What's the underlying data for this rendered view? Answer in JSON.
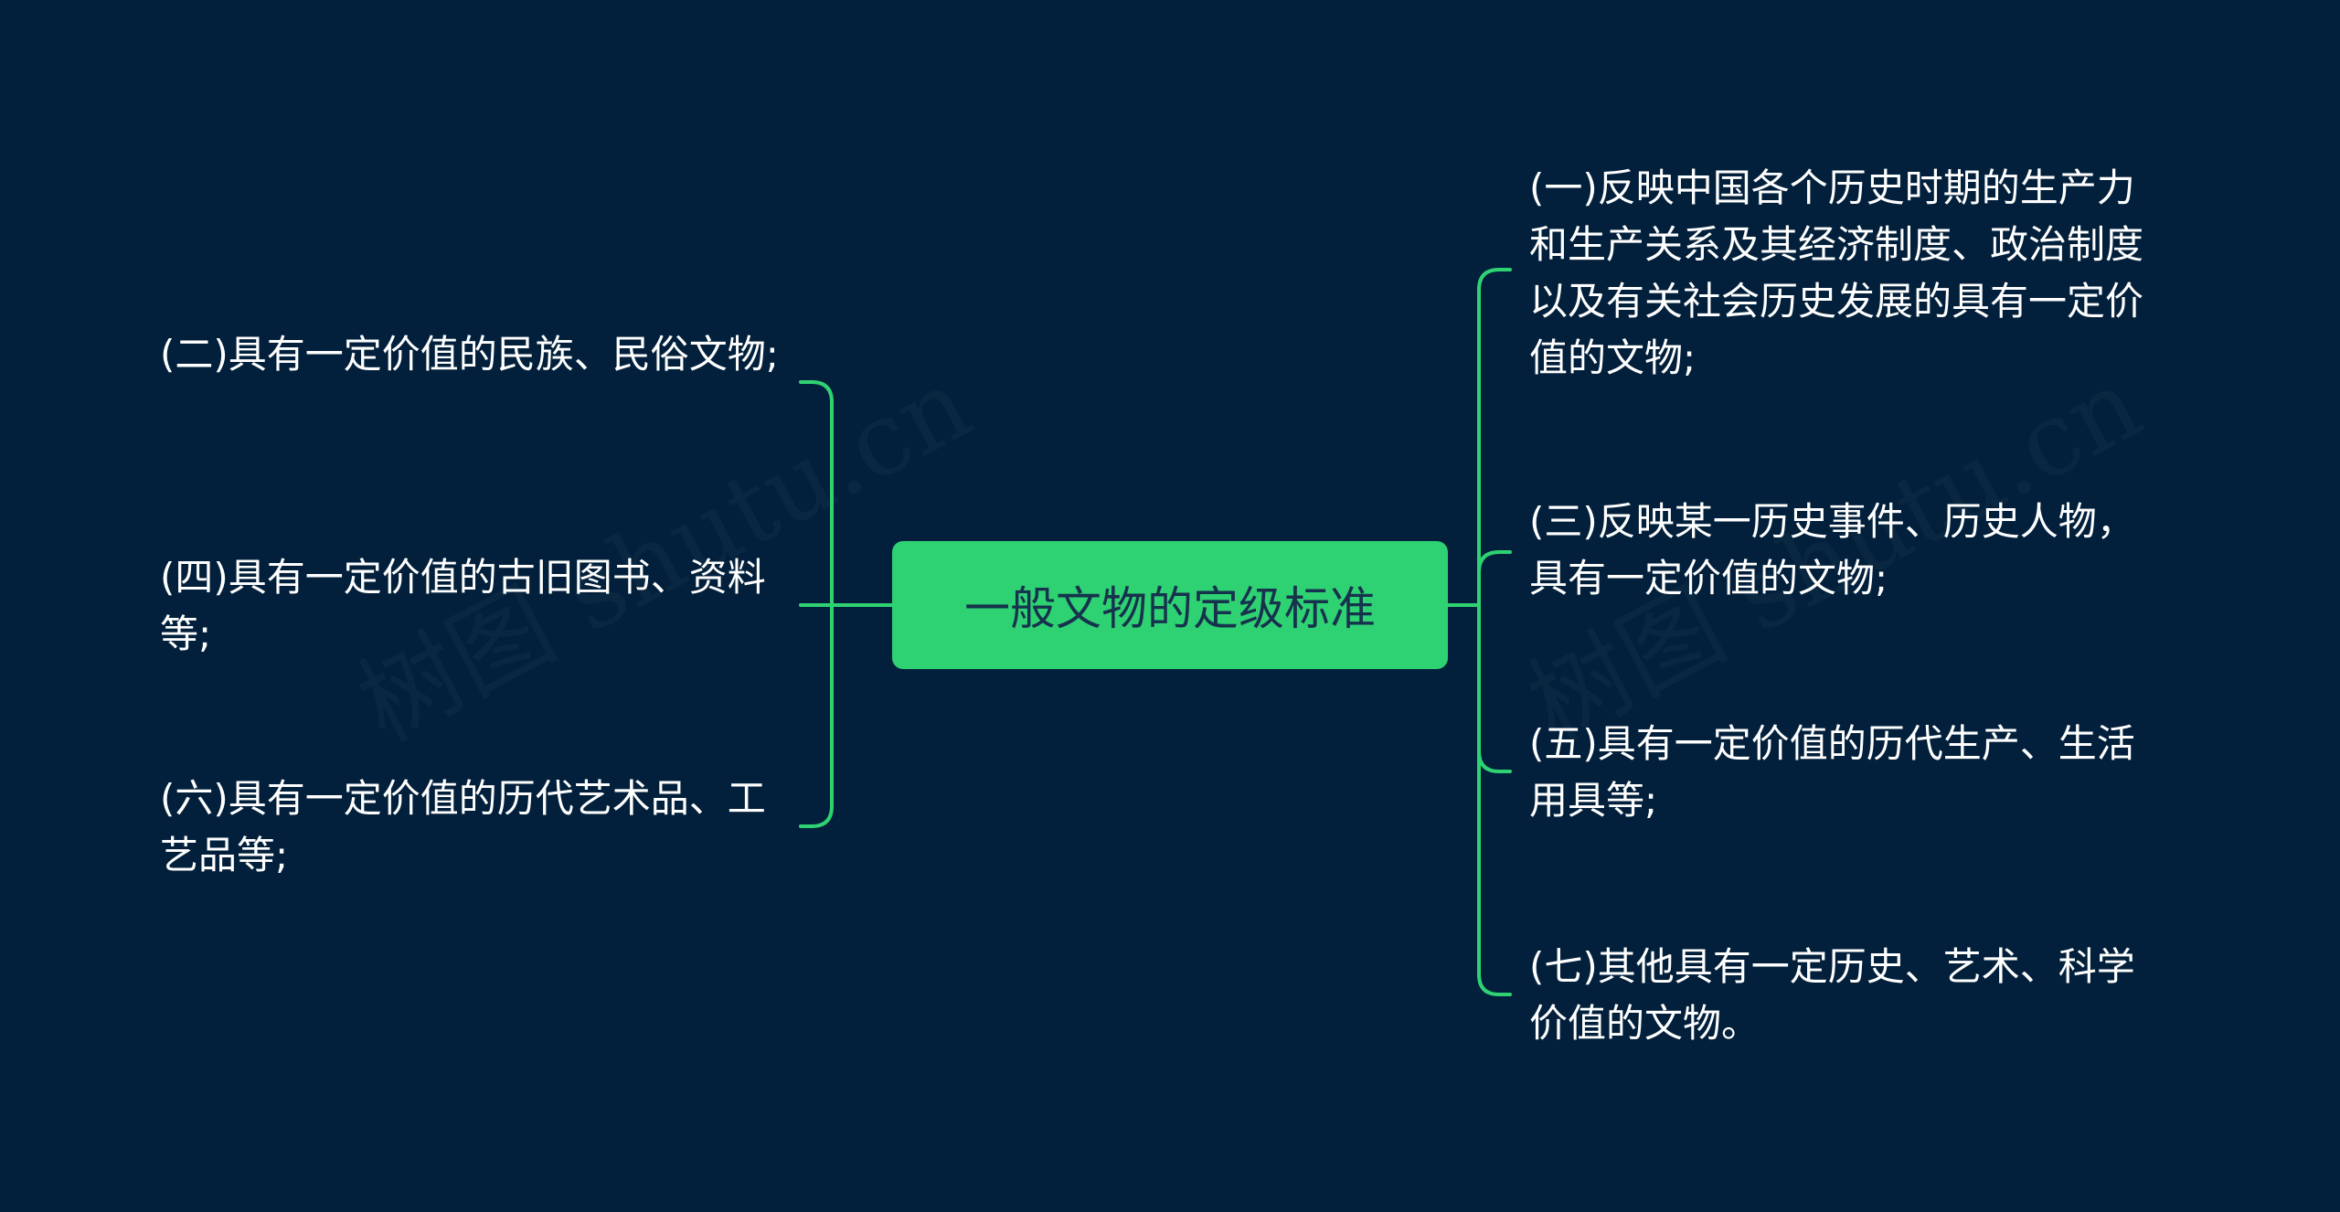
{
  "mindmap": {
    "central_topic": "一般文物的定级标准",
    "left_branches": [
      {
        "label": "(二)具有一定价值的民族、民俗文物;"
      },
      {
        "label": "(四)具有一定价值的古旧图书、资料等;"
      },
      {
        "label": "(六)具有一定价值的历代艺术品、工艺品等;"
      }
    ],
    "right_branches": [
      {
        "label": "(一)反映中国各个历史时期的生产力和生产关系及其经济制度、政治制度以及有关社会历史发展的具有一定价值的文物;"
      },
      {
        "label": "(三)反映某一历史事件、历史人物，具有一定价值的文物;"
      },
      {
        "label": "(五)具有一定价值的历代生产、生活用具等;"
      },
      {
        "label": "(七)其他具有一定历史、艺术、科学价值的文物。"
      }
    ]
  },
  "watermarks": [
    {
      "text": "树图 shutu.cn"
    },
    {
      "text": "树图 shutu.cn"
    }
  ],
  "colors": {
    "background": "#02203b",
    "accent": "#2fd273",
    "central_text": "#17324d",
    "leaf_text": "#ffffff"
  }
}
